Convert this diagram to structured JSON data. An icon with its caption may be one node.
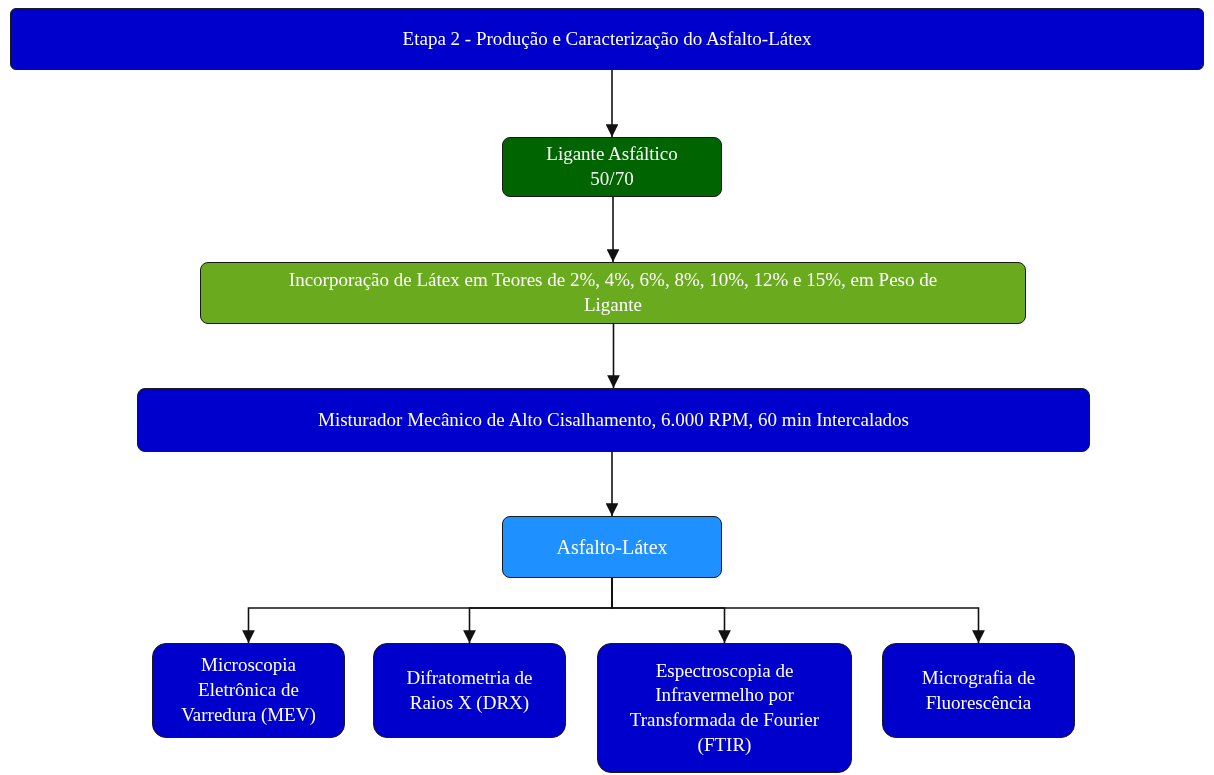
{
  "diagram": {
    "nodes": [
      {
        "text": [
          "Etapa 2 - Produção e Caracterização do Asfalto-Látex"
        ]
      },
      {
        "text": [
          "Ligante Asfáltico 50/70"
        ]
      },
      {
        "text": [
          "Incorporação de Látex em Teores de 2%, 4%, 6%, 8%, 10%, 12% e 15%, em Peso de Ligante"
        ]
      },
      {
        "text": [
          "Misturador Mecânico de Alto Cisalhamento, 6.000 RPM, 60 min Intercalados"
        ]
      },
      {
        "text": [
          "Asfalto-Látex"
        ]
      },
      {
        "text": [
          "Microscopia Eletrônica de Varredura (MEV)"
        ]
      },
      {
        "text": [
          "Difratometria de Raios X (DRX)"
        ]
      },
      {
        "text": [
          "Espectroscopia de Infravermelho por Transformada de Fourier (FTIR)"
        ]
      },
      {
        "text": [
          "Micrografia de Fluorescência"
        ]
      }
    ],
    "edges": [
      {
        "from": 0,
        "to": 1,
        "arrow": "to"
      },
      {
        "from": 1,
        "to": 2,
        "arrow": "to"
      },
      {
        "from": 2,
        "to": 3,
        "arrow": "to"
      },
      {
        "from": 3,
        "to": 4,
        "arrow": "to"
      },
      {
        "from": 4,
        "to": 5,
        "arrow": "to"
      },
      {
        "from": 4,
        "to": 6,
        "arrow": "to"
      },
      {
        "from": 4,
        "to": 7,
        "arrow": "to"
      },
      {
        "from": 4,
        "to": 8,
        "arrow": "to"
      }
    ]
  }
}
